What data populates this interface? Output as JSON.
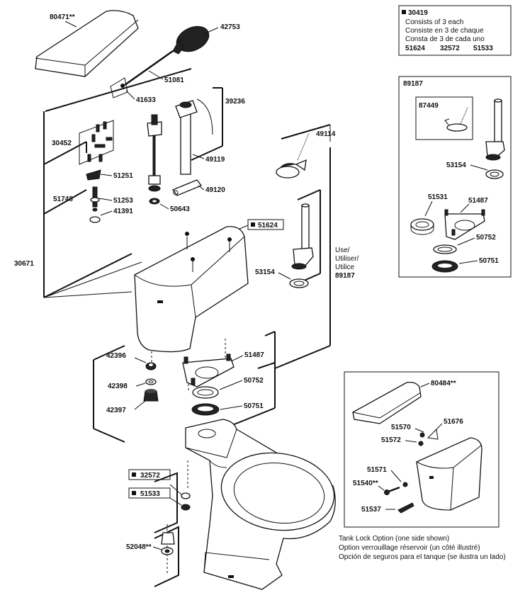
{
  "kit_box": {
    "part": "30419",
    "line1": "Consists of 3 each",
    "line2": "Consiste en 3 de chaque",
    "line3": "Consta de 3 de cada uno",
    "parts": [
      "51624",
      "32572",
      "51533"
    ]
  },
  "inset_89187": {
    "title": "89187",
    "labels": {
      "p87449": "87449",
      "p53154": "53154",
      "p51531": "51531",
      "p51487": "51487",
      "p50752": "50752",
      "p50751": "50751"
    }
  },
  "tank_lock": {
    "labels": {
      "p80484": "80484**",
      "p51570": "51570",
      "p51676": "51676",
      "p51572": "51572",
      "p51571": "51571",
      "p51540": "51540**",
      "p51537": "51537"
    },
    "caption1": "Tank Lock Option (one side shown)",
    "caption2": "Option verrouillage réservoir (un côté illustré)",
    "caption3": "Opción de seguros para el tanque (se ilustra un lado)"
  },
  "labels": {
    "p80471": "80471**",
    "p42753": "42753",
    "p51081": "51081",
    "p41633": "41633",
    "p39236": "39236",
    "p30452": "30452",
    "p49119": "49119",
    "p51251": "51251",
    "p49114": "49114",
    "p51748": "51748",
    "p51253": "51253",
    "p49120": "49120",
    "p41391": "41391",
    "p50643": "50643",
    "p51624": "51624",
    "p30671": "30671",
    "use1": "Use/",
    "use2": "Utiliser/",
    "use3": "Utilice",
    "use4": "89187",
    "p53154": "53154",
    "p42396": "42396",
    "p51487": "51487",
    "p42398": "42398",
    "p50752": "50752",
    "p42397": "42397",
    "p50751": "50751",
    "p32572": "32572",
    "p51533": "51533",
    "p52048": "52048**"
  }
}
